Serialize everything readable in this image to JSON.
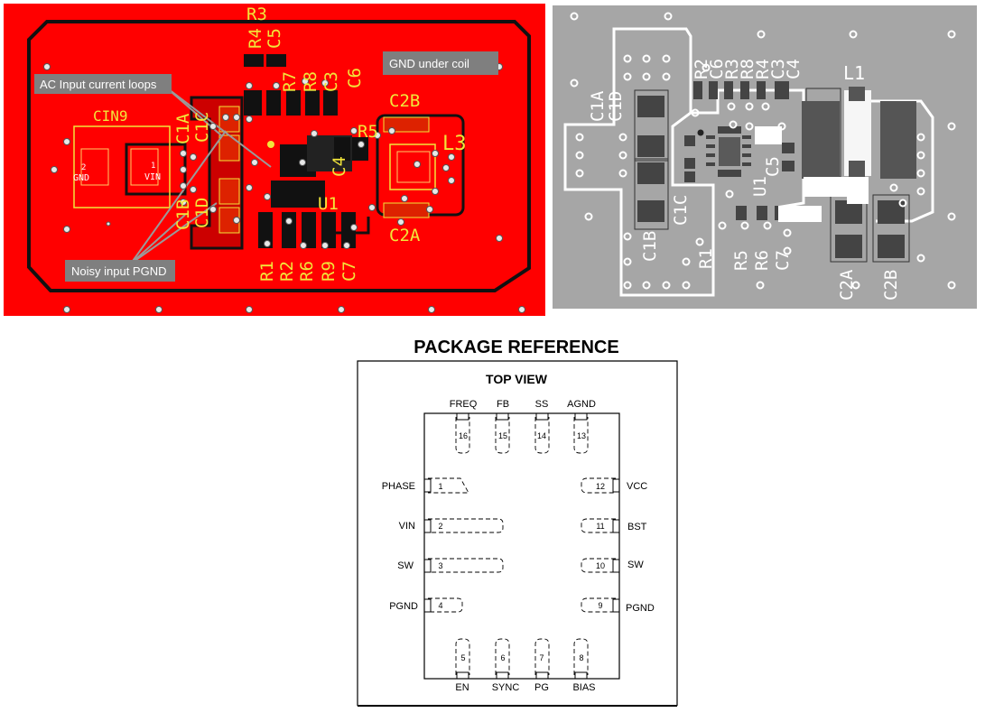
{
  "left_pcb": {
    "labels": {
      "CIN9": "CIN9",
      "GND": "GND",
      "VIN": "VIN",
      "pad1": "1",
      "pad2": "2",
      "C1A": "C1A",
      "C1C": "C1C",
      "C1B": "C1B",
      "C1D": "C1D",
      "R3": "R3",
      "R4": "R4",
      "C5": "C5",
      "R7": "R7",
      "R8": "R8",
      "C3": "C3",
      "C6": "C6",
      "R5": "R5",
      "C4": "C4",
      "C2B": "C2B",
      "L3": "L3",
      "C2A": "C2A",
      "U1": "U1",
      "R1": "R1",
      "R2": "R2",
      "R6": "R6",
      "R9": "R9",
      "C7": "C7"
    },
    "callouts": {
      "ac_loops": "AC Input current loops",
      "noisy_pgnd": "Noisy input PGND",
      "gnd_coil": "GND under coil"
    },
    "colors": {
      "copper": "#ff0000",
      "dark": "#111111",
      "silk": "#f2e63a"
    }
  },
  "right_pcb": {
    "labels": {
      "R2": "R2",
      "C6": "C6",
      "R3": "R3",
      "R8": "R8",
      "R4": "R4",
      "C3": "C3",
      "C4": "C4",
      "L1": "L1",
      "C1A": "C1A",
      "C1D": "C1D",
      "C5": "C5",
      "U1": "U1",
      "C1C": "C1C",
      "C1B": "C1B",
      "R1": "R1",
      "R5": "R5",
      "R6": "R6",
      "C7": "C7",
      "C2A": "C2A",
      "C2B": "C2B"
    },
    "colors": {
      "board": "#a6a6a6",
      "pad": "#444444",
      "outline": "#ffffff"
    }
  },
  "package": {
    "title": "PACKAGE REFERENCE",
    "view": "TOP VIEW",
    "pins_top": [
      {
        "num": "16",
        "name": "FREQ"
      },
      {
        "num": "15",
        "name": "FB"
      },
      {
        "num": "14",
        "name": "SS"
      },
      {
        "num": "13",
        "name": "AGND"
      }
    ],
    "pins_left": [
      {
        "num": "1",
        "name": "PHASE"
      },
      {
        "num": "2",
        "name": "VIN"
      },
      {
        "num": "3",
        "name": "SW"
      },
      {
        "num": "4",
        "name": "PGND"
      }
    ],
    "pins_right": [
      {
        "num": "12",
        "name": "VCC"
      },
      {
        "num": "11",
        "name": "BST"
      },
      {
        "num": "10",
        "name": "SW"
      },
      {
        "num": "9",
        "name": "PGND"
      }
    ],
    "pins_bottom": [
      {
        "num": "5",
        "name": "EN"
      },
      {
        "num": "6",
        "name": "SYNC"
      },
      {
        "num": "7",
        "name": "PG"
      },
      {
        "num": "8",
        "name": "BIAS"
      }
    ]
  }
}
